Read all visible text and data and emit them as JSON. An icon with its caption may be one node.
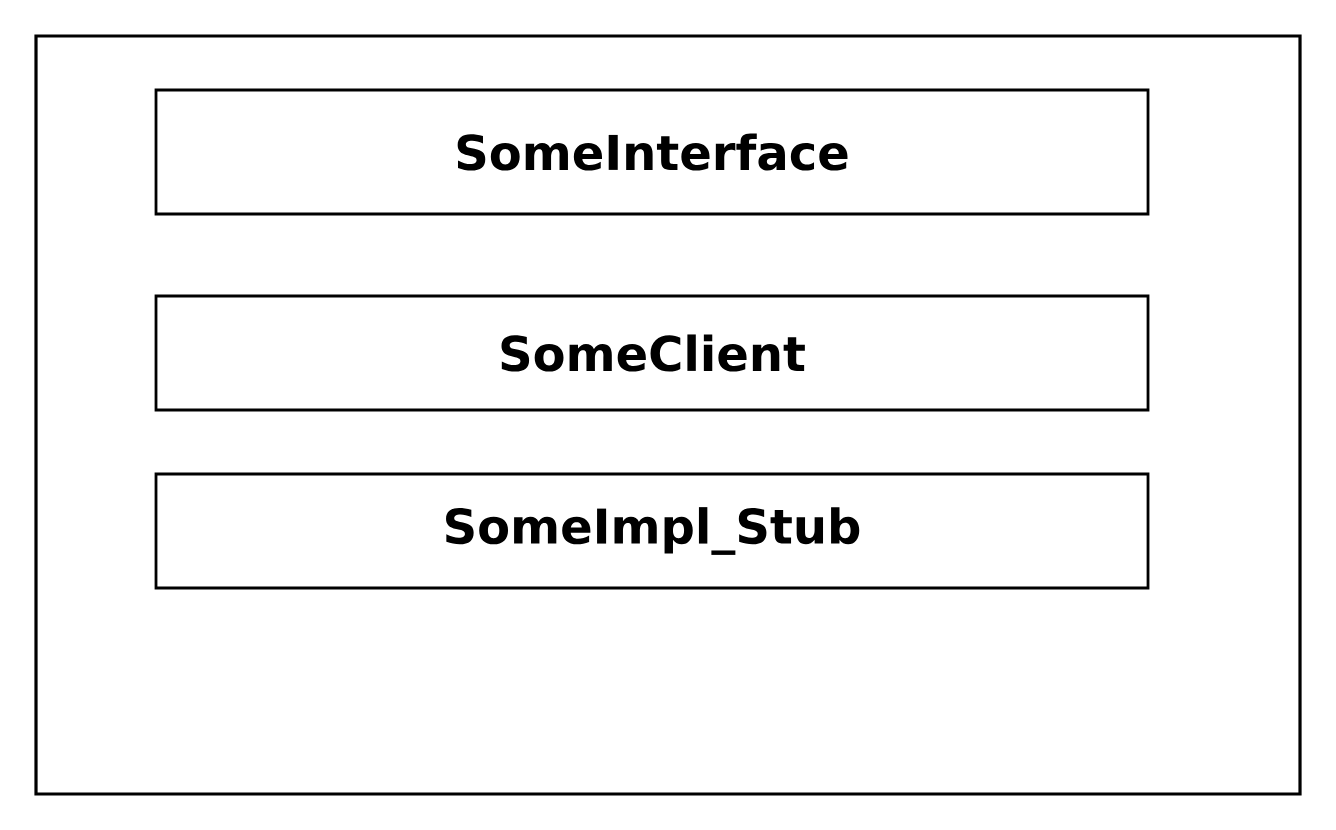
{
  "diagram": {
    "nodes": [
      {
        "text": [],
        "shape": "box"
      },
      {
        "text": [
          "SomeInterface"
        ],
        "in": 0
      },
      {
        "text": [
          "SomeClient"
        ],
        "in": 0
      },
      {
        "text": [
          "SomeImpl_Stub"
        ],
        "in": 0
      }
    ]
  }
}
